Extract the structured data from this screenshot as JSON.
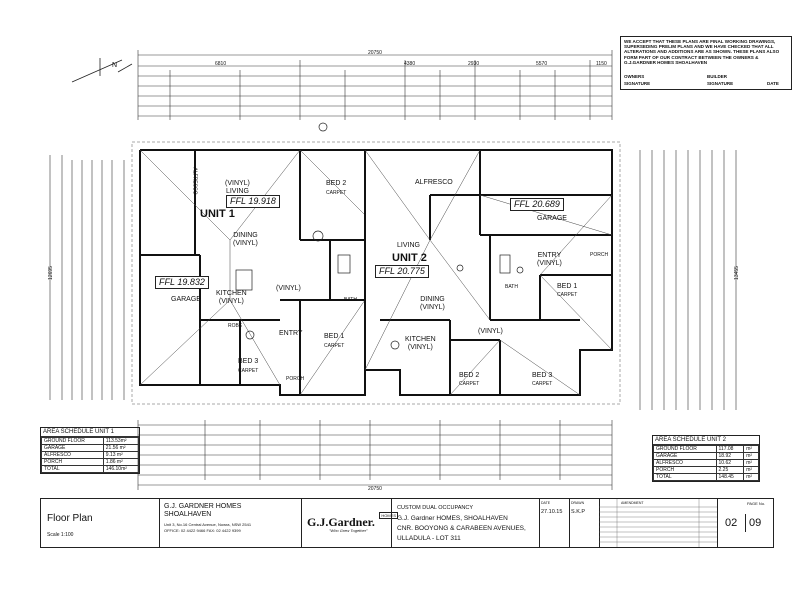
{
  "north_label": "N",
  "notice": {
    "text": "WE ACCEPT THAT THESE PLANS ARE FINAL WORKING DRAWINGS, SUPERSEDING PRELIM PLANS AND WE HAVE CHECKED THAT ALL ALTERATIONS AND ADDITIONS ARE AS SHOWN. THESE PLANS ALSO FORM PART OF OUR CONTRACT BETWEEN THE OWNERS & G.J.GARDNER HOMES SHOALHAVEN",
    "owners_label": "OWNERS",
    "builder_label": "BUILDER",
    "signature_label": "SIGNATURE",
    "date_label": "DATE"
  },
  "dims": {
    "overall_top": "20750",
    "top_row": [
      "6810",
      "4380",
      "2930",
      "5570",
      "1150"
    ],
    "overall_bottom": "20750",
    "left_overall": "12695",
    "right_overall": "13455"
  },
  "unit1": {
    "title": "UNIT 1",
    "ffl_main": "FFL 19.918",
    "ffl_garage": "FFL 19.832",
    "rooms": {
      "living": "(VINYL)\nLIVING",
      "dining": "DINING\n(VINYL)",
      "bed2": "BED 2",
      "bed2_floor": "CARPET",
      "bed3": "BED 3",
      "bed3_floor": "CARPET",
      "bed1": "BED 1",
      "bed1_floor": "CARPET",
      "kitchen": "KITCHEN\n(VINYL)",
      "entry": "ENTRY",
      "garage": "GARAGE",
      "robe": "ROBE",
      "bath": "BATH",
      "porch": "PORCH",
      "alfresco": "ALFRESCO",
      "vinyl": "(VINYL)"
    }
  },
  "unit2": {
    "title": "UNIT 2",
    "ffl_main": "FFL 20.775",
    "ffl_garage": "FFL 20.689",
    "rooms": {
      "alfresco": "ALFRESCO",
      "living": "LIVING",
      "dining": "DINING\n(VINYL)",
      "kitchen": "KITCHEN\n(VINYL)",
      "garage": "GARAGE",
      "entry": "ENTRY\n(VINYL)",
      "bed1": "BED 1",
      "bed2": "BED 2",
      "bed3": "BED 3",
      "porch": "PORCH",
      "bath": "BATH",
      "vinyl": "(VINYL)",
      "carpet": "CARPET"
    }
  },
  "area_schedule_1": {
    "title": "AREA SCHEDULE UNIT 1",
    "rows": [
      {
        "name": "GROUND FLOOR",
        "value": "113.53m²"
      },
      {
        "name": "GARAGE",
        "value": "21.56 m²"
      },
      {
        "name": "ALFRESCO",
        "value": "9.13   m²"
      },
      {
        "name": "PORCH",
        "value": "1.86   m²"
      },
      {
        "name": "TOTAL",
        "value": "146.10m²"
      }
    ]
  },
  "area_schedule_2": {
    "title": "AREA SCHEDULE UNIT 2",
    "rows": [
      {
        "name": "GROUND FLOOR",
        "value": "117.08",
        "unit": "m²"
      },
      {
        "name": "GARAGE",
        "value": "18.92",
        "unit": "m²"
      },
      {
        "name": "ALFRESCO",
        "value": "10.62",
        "unit": "m²"
      },
      {
        "name": "PORCH",
        "value": "2.25",
        "unit": "m²"
      },
      {
        "name": "TOTAL",
        "value": "148.45",
        "unit": "m²"
      }
    ]
  },
  "title_block": {
    "sheet_name": "Floor Plan",
    "scale": "Scale 1:100",
    "company": "G.J. GARDNER HOMES",
    "branch": "SHOALHAVEN",
    "address": "Unit 3, No.16 Central Avenue, Nowra, NSW 2541",
    "phone": "OFFICE: 02 4422 9466    FAX: 02 4422 9399",
    "logo_name": "G.J.Gardner.",
    "logo_tag": "HOMES",
    "logo_sub": "\"Who Grew Together\"",
    "project_line1": "CUSTOM DUAL OCCUPANCY",
    "project_line2": "G.J. Gardner HOMES, SHOALHAVEN",
    "project_line3": "CNR. BOOYONG & CARABEEN AVENUES,",
    "project_line4": "ULLADULA - LOT 311",
    "date_label": "DATE",
    "date": "27.10.15",
    "drawn_label": "DRAWN",
    "drawn": "S.K.P",
    "amendment_label": "AMENDMENT",
    "page_label": "PAGE No.",
    "page": "02",
    "pages": "09"
  }
}
